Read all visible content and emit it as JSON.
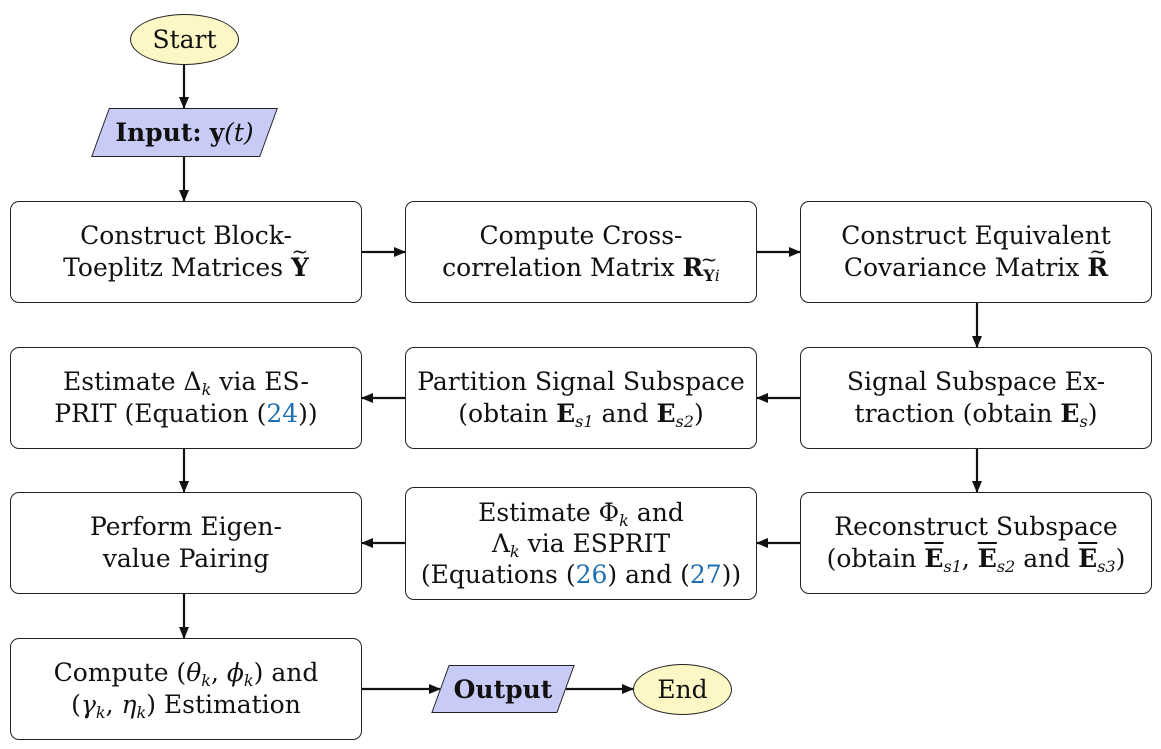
{
  "terminals": {
    "start": "Start",
    "end": "End"
  },
  "io": {
    "input_label": "Input:",
    "input_var": "y",
    "input_arg": "(t)",
    "output_label": "Output"
  },
  "steps": {
    "construct_block": {
      "line1": "Construct Block-",
      "line2_text": "Toeplitz Matrices",
      "symbol": "Y"
    },
    "compute_cross": {
      "line1": "Compute Cross-",
      "line2_text": "correlation Matrix",
      "symbol": "R",
      "subscript_symbol": "Y",
      "subscript_index": "i"
    },
    "construct_equiv": {
      "line1": "Construct Equivalent",
      "line2_text": "Covariance Matrix",
      "symbol": "R"
    },
    "signal_subspace": {
      "line1": "Signal Subspace Ex-",
      "line2_text": "traction (obtain",
      "symbol": "E",
      "sub": "s",
      "close": ")"
    },
    "partition": {
      "line1": "Partition Signal Subspace",
      "open": "(obtain",
      "symbol": "E",
      "sub1": "s1",
      "and": "and",
      "sub2": "s2",
      "close": ")"
    },
    "estimate_delta": {
      "pre": "Estimate",
      "greek": "Δ",
      "sub": "k",
      "post": "via ES-",
      "line2_pre": "PRIT (Equation (",
      "ref": "24",
      "line2_post": "))"
    },
    "reconstruct": {
      "line1": "Reconstruct Subspace",
      "open": "(obtain",
      "symbol": "E",
      "sub1": "s1",
      "comma": ",",
      "sub2": "s2",
      "and": "and",
      "sub3": "s3",
      "close": ")"
    },
    "estimate_phi": {
      "pre": "Estimate",
      "greek1": "Φ",
      "sub1": "k",
      "and": "and",
      "greek2": "Λ",
      "sub2": "k",
      "via": "via ESPRIT",
      "line3_pre": "(Equations (",
      "ref1": "26",
      "line3_mid": ") and (",
      "ref2": "27",
      "line3_post": "))"
    },
    "eigen_pairing": {
      "line1": "Perform Eigen-",
      "line2": "value Pairing"
    },
    "compute_angles": {
      "line1_pre": "Compute (",
      "theta": "θ",
      "phi": "ϕ",
      "sub": "k",
      "comma": ",",
      "line1_post": ") and",
      "open2": "(",
      "gamma": "γ",
      "eta": "η",
      "line2_post": ") Estimation"
    }
  }
}
